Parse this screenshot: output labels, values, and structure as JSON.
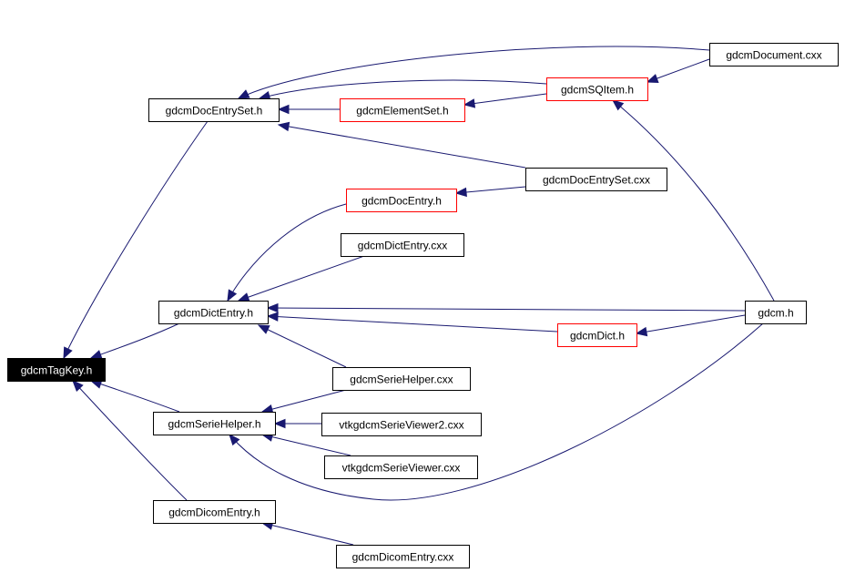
{
  "diagram": {
    "root": "gdcmTagKey.h",
    "nodes": [
      {
        "id": "tagkey",
        "label": "gdcmTagKey.h",
        "style": "root"
      },
      {
        "id": "docentryset_h",
        "label": "gdcmDocEntrySet.h",
        "style": "normal"
      },
      {
        "id": "dictentry_h",
        "label": "gdcmDictEntry.h",
        "style": "normal"
      },
      {
        "id": "seriehelper_h",
        "label": "gdcmSerieHelper.h",
        "style": "normal"
      },
      {
        "id": "dicomentry_h",
        "label": "gdcmDicomEntry.h",
        "style": "normal"
      },
      {
        "id": "document_cxx",
        "label": "gdcmDocument.cxx",
        "style": "normal"
      },
      {
        "id": "sqitem_h",
        "label": "gdcmSQItem.h",
        "style": "red"
      },
      {
        "id": "elementset_h",
        "label": "gdcmElementSet.h",
        "style": "red"
      },
      {
        "id": "docentryset_cxx",
        "label": "gdcmDocEntrySet.cxx",
        "style": "normal"
      },
      {
        "id": "docentry_h",
        "label": "gdcmDocEntry.h",
        "style": "red"
      },
      {
        "id": "dictentry_cxx",
        "label": "gdcmDictEntry.cxx",
        "style": "normal"
      },
      {
        "id": "gdcm_h",
        "label": "gdcm.h",
        "style": "normal"
      },
      {
        "id": "dict_h",
        "label": "gdcmDict.h",
        "style": "red"
      },
      {
        "id": "seriehelper_cxx",
        "label": "gdcmSerieHelper.cxx",
        "style": "normal"
      },
      {
        "id": "vtkviewer2_cxx",
        "label": "vtkgdcmSerieViewer2.cxx",
        "style": "normal"
      },
      {
        "id": "vtkviewer_cxx",
        "label": "vtkgdcmSerieViewer.cxx",
        "style": "normal"
      },
      {
        "id": "dicomentry_cxx",
        "label": "gdcmDicomEntry.cxx",
        "style": "normal"
      }
    ],
    "edges": [
      {
        "from": "docentryset_h",
        "to": "tagkey"
      },
      {
        "from": "dictentry_h",
        "to": "tagkey"
      },
      {
        "from": "seriehelper_h",
        "to": "tagkey"
      },
      {
        "from": "dicomentry_h",
        "to": "tagkey"
      },
      {
        "from": "document_cxx",
        "to": "docentryset_h"
      },
      {
        "from": "sqitem_h",
        "to": "docentryset_h"
      },
      {
        "from": "elementset_h",
        "to": "docentryset_h"
      },
      {
        "from": "docentryset_cxx",
        "to": "docentryset_h"
      },
      {
        "from": "document_cxx",
        "to": "sqitem_h"
      },
      {
        "from": "sqitem_h",
        "to": "elementset_h"
      },
      {
        "from": "gdcm_h",
        "to": "sqitem_h"
      },
      {
        "from": "docentryset_cxx",
        "to": "docentry_h"
      },
      {
        "from": "docentry_h",
        "to": "dictentry_h"
      },
      {
        "from": "dictentry_cxx",
        "to": "dictentry_h"
      },
      {
        "from": "gdcm_h",
        "to": "dictentry_h"
      },
      {
        "from": "dict_h",
        "to": "dictentry_h"
      },
      {
        "from": "gdcm_h",
        "to": "dict_h"
      },
      {
        "from": "seriehelper_cxx",
        "to": "dictentry_h"
      },
      {
        "from": "seriehelper_cxx",
        "to": "seriehelper_h"
      },
      {
        "from": "vtkviewer2_cxx",
        "to": "seriehelper_h"
      },
      {
        "from": "vtkviewer_cxx",
        "to": "seriehelper_h"
      },
      {
        "from": "gdcm_h",
        "to": "seriehelper_h"
      },
      {
        "from": "dicomentry_cxx",
        "to": "dicomentry_h"
      }
    ],
    "colors": {
      "edge": "#191970",
      "node_border": "#000000",
      "highlight_border": "#ff0000",
      "root_fill": "#000000",
      "root_text": "#ffffff"
    }
  }
}
